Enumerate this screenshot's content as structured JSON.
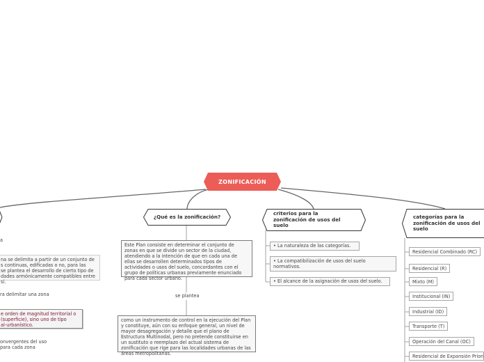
{
  "central": {
    "title": "ZONIFICACIÓN",
    "color": "#ec5d57"
  },
  "left_partial": {
    "fragment_a": "a",
    "intro_lines": [
      "na se delimita a partir de un conjunto de",
      "s continuas, edificadas o no, para las",
      "se plantea el desarrollo de cierto tipo de",
      "dades armónicamente compatibles entre sí."
    ],
    "delimit": "ra delimitar una zona",
    "maroon_lines": [
      "e orden de magnitud territorial o",
      "(superficie), sino uno de tipo",
      "al-urbanístico."
    ],
    "converge_lines": [
      "onvergentes del uso",
      "para cada zona"
    ]
  },
  "que_es": {
    "title": "¿Qué es la zonificación?",
    "definition": "Este Plan consiste en determinar el conjunto de zonas en que se divide un sector de la ciudad, atendiendo a la intención de que en cada una de ellas se desarrollen determinados tipos de actividades o usos del suelo, concordantes con el grupo de políticas urbanas previamente enunciado para cada sector urbano.",
    "connector_label": "se plantea",
    "instrument": "como un instrumento de control en la ejecución del Plan y constituye, aún con su enfoque general, un nivel de mayor desagregación y detalle que el plano de Estructura Multinodal, pero no pretende constituirse en un sustituto o reemplazo del actual sistema de zonificación que rige para las localidades urbanas de las áreas metropolitanas."
  },
  "criterios": {
    "title": "criterios para la zonificación de usos del suelo",
    "items": [
      "•      La naturaleza de las categorías.",
      "•      La compatibilización de usos del suelo normativos.",
      "•      El alcance de la asignación de usos del suelo."
    ]
  },
  "categorias": {
    "title": "categorías para la zonificación de usos del suelo",
    "items": [
      "Residencial Combinado (RC)",
      "Residencial (R)",
      "Mixto (M)",
      "Institucional (IN)",
      "Industrial (ID)",
      "Transporte (T)",
      "Operación del Canal (OC)",
      "Residencial de Expansión Priorit"
    ]
  }
}
